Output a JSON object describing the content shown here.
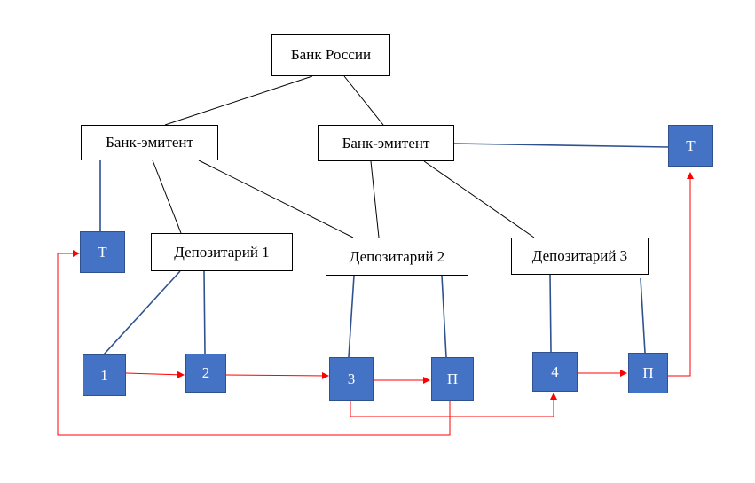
{
  "nodes": {
    "bank_russia": "Банк России",
    "issuer_left": "Банк-эмитент",
    "issuer_right": "Банк-эмитент",
    "depository_1": "Депозитарий 1",
    "depository_2": "Депозитарий 2",
    "depository_3": "Депозитарий 3",
    "t_left": "Т",
    "t_right": "Т",
    "n1": "1",
    "n2": "2",
    "n3": "3",
    "p_mid": "П",
    "n4": "4",
    "p_right": "П"
  },
  "colors": {
    "node_fill": "#4472c4",
    "node_border": "#2f528f",
    "black_link": "#000000",
    "blue_link": "#2f528f",
    "flow_arrow": "#ff0000"
  }
}
